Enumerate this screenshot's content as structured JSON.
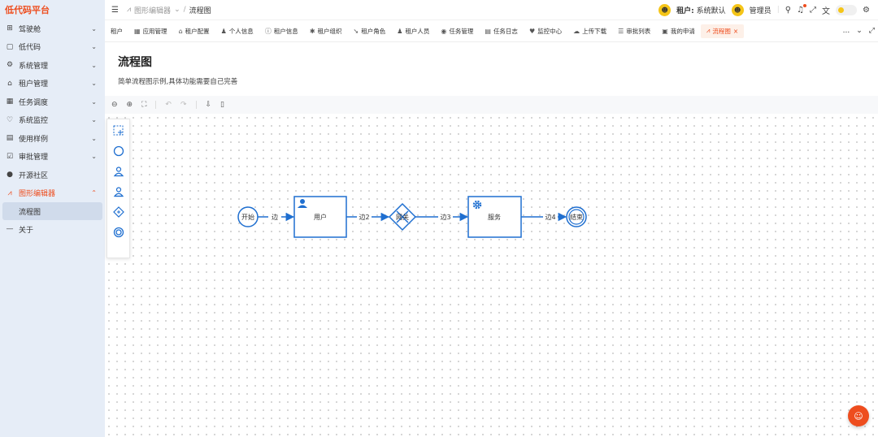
{
  "app": {
    "brand": "低代码平台"
  },
  "sidebar": {
    "items": [
      {
        "label": "驾驶舱",
        "icon": "dashboard-icon",
        "glyph": "⊞",
        "arrow": "⌄"
      },
      {
        "label": "低代码",
        "icon": "lowcode-icon",
        "glyph": "▢",
        "arrow": "⌄"
      },
      {
        "label": "系统管理",
        "icon": "gear-icon",
        "glyph": "⚙",
        "arrow": "⌄"
      },
      {
        "label": "租户管理",
        "icon": "home-icon",
        "glyph": "⌂",
        "arrow": "⌄"
      },
      {
        "label": "任务调度",
        "icon": "calendar-icon",
        "glyph": "▦",
        "arrow": "⌄"
      },
      {
        "label": "系统监控",
        "icon": "monitor-icon",
        "glyph": "♡",
        "arrow": "⌄"
      },
      {
        "label": "使用样例",
        "icon": "example-icon",
        "glyph": "▤",
        "arrow": "⌄"
      },
      {
        "label": "审批管理",
        "icon": "approval-icon",
        "glyph": "☑",
        "arrow": "⌄"
      },
      {
        "label": "开源社区",
        "icon": "github-icon",
        "glyph": "●",
        "arrow": ""
      },
      {
        "label": "图形编辑器",
        "icon": "graph-editor-icon",
        "glyph": "⩘",
        "arrow": "⌃",
        "active": true
      },
      {
        "label": "关于",
        "icon": "about-icon",
        "glyph": "—",
        "arrow": ""
      }
    ],
    "sub_item": "流程图"
  },
  "topbar": {
    "breadcrumb": [
      "图形编辑器",
      "流程图"
    ],
    "breadcrumb_sep": "/",
    "tenant_label": "租户:",
    "tenant_name": "系统默认",
    "user_name": "管理员"
  },
  "tabs": [
    {
      "label": "租户",
      "icon": "none",
      "glyph": ""
    },
    {
      "label": "应用管理",
      "icon": "grid-icon",
      "glyph": "▦"
    },
    {
      "label": "租户配置",
      "icon": "home-icon",
      "glyph": "⌂"
    },
    {
      "label": "个人信息",
      "icon": "person-icon",
      "glyph": "♟"
    },
    {
      "label": "租户信息",
      "icon": "info-icon",
      "glyph": "ⓘ"
    },
    {
      "label": "租户组织",
      "icon": "org-icon",
      "glyph": "✱"
    },
    {
      "label": "租户角色",
      "icon": "role-icon",
      "glyph": "➘"
    },
    {
      "label": "租户人员",
      "icon": "people-icon",
      "glyph": "♟"
    },
    {
      "label": "任务管理",
      "icon": "task-icon",
      "glyph": "◉"
    },
    {
      "label": "任务日志",
      "icon": "log-icon",
      "glyph": "▤"
    },
    {
      "label": "监控中心",
      "icon": "heart-icon",
      "glyph": "♥"
    },
    {
      "label": "上传下载",
      "icon": "cloud-icon",
      "glyph": "☁"
    },
    {
      "label": "审批列表",
      "icon": "list-icon",
      "glyph": "☰"
    },
    {
      "label": "我的申请",
      "icon": "apply-icon",
      "glyph": "▣"
    },
    {
      "label": "流程图",
      "icon": "graph-editor-icon",
      "glyph": "⩘",
      "active": true
    }
  ],
  "tabs_more": "...",
  "page": {
    "title": "流程图",
    "description": "简单流程图示例,具体功能需要自己完善"
  },
  "flow": {
    "nodes": {
      "start": "开始",
      "user": "用户",
      "gateway": "网关",
      "service": "服务",
      "end": "结束"
    },
    "edges": [
      "边",
      "边2",
      "边3",
      "边4"
    ],
    "accent": "#1f6fd0"
  },
  "colors": {
    "brand": "#ee4d1e",
    "sidebar_bg": "#e6edf7",
    "flow_blue": "#1f6fd0"
  }
}
